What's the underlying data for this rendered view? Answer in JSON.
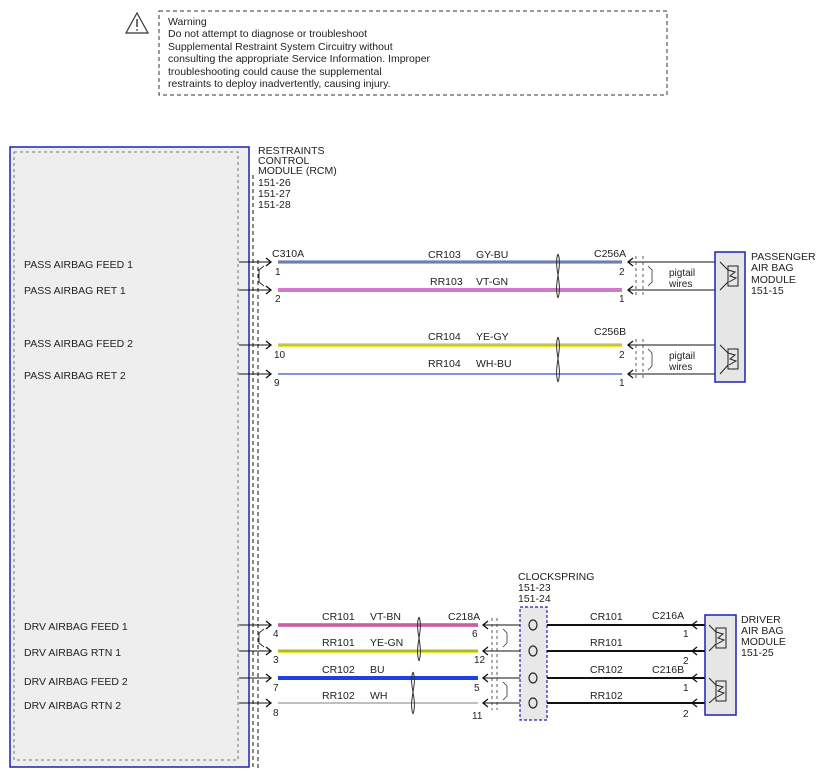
{
  "warning": {
    "icon": "warning-triangle-icon",
    "title": "Warning",
    "lines": [
      "Do not attempt to diagnose or troubleshoot",
      "Supplemental Restraint System Circuitry without",
      "consulting the appropriate Service Information. Improper",
      "troubleshooting could cause the supplemental",
      "restraints to deploy inadvertently, causing injury."
    ]
  },
  "rcm": {
    "title_lines": [
      "RESTRAINTS",
      "CONTROL",
      "MODULE (RCM)",
      "151-26",
      "151-27",
      "151-28"
    ],
    "pins": {
      "pass_feed_1": "PASS AIRBAG FEED 1",
      "pass_ret_1": "PASS AIRBAG RET 1",
      "pass_feed_2": "PASS AIRBAG FEED 2",
      "pass_ret_2": "PASS AIRBAG RET 2",
      "drv_feed_1": "DRV AIRBAG FEED 1",
      "drv_rtn_1": "DRV AIRBAG RTN 1",
      "drv_feed_2": "DRV AIRBAG FEED 2",
      "drv_rtn_2": "DRV AIRBAG RTN 2"
    }
  },
  "connectors": {
    "c310a": "C310A",
    "c256a": "C256A",
    "c256b": "C256B",
    "c218a": "C218A",
    "c216a": "C216A",
    "c216b": "C216B"
  },
  "pass_wires": {
    "w1": {
      "circuit": "CR103",
      "color": "GY-BU",
      "pin_rcm": "1",
      "pin_mod": "2"
    },
    "w2": {
      "circuit": "RR103",
      "color": "VT-GN",
      "pin_rcm": "2",
      "pin_mod": "1"
    },
    "w3": {
      "circuit": "CR104",
      "color": "YE-GY",
      "pin_rcm": "10",
      "pin_mod": "2"
    },
    "w4": {
      "circuit": "RR104",
      "color": "WH-BU",
      "pin_rcm": "9",
      "pin_mod": "1"
    }
  },
  "drv_wires": {
    "w1": {
      "circuit": "CR101",
      "color": "VT-BN",
      "pin_rcm": "4",
      "pin_cs": "6"
    },
    "w2": {
      "circuit": "RR101",
      "color": "YE-GN",
      "pin_rcm": "3",
      "pin_cs": "12"
    },
    "w3": {
      "circuit": "CR102",
      "color": "BU",
      "pin_rcm": "7",
      "pin_cs": "5"
    },
    "w4": {
      "circuit": "RR102",
      "color": "WH",
      "pin_rcm": "8",
      "pin_cs": "11"
    }
  },
  "drv_out_wires": {
    "w1": {
      "circuit": "CR101",
      "pin": "1"
    },
    "w2": {
      "circuit": "RR101",
      "pin": "2"
    },
    "w3": {
      "circuit": "CR102",
      "pin": "1"
    },
    "w4": {
      "circuit": "RR102",
      "pin": "2"
    }
  },
  "pigtail": {
    "line1": "pigtail",
    "line2": "wires"
  },
  "clockspring": {
    "lines": [
      "CLOCKSPRING",
      "151-23",
      "151-24"
    ]
  },
  "passenger_module": {
    "lines": [
      "PASSENGER",
      "AIR BAG",
      "MODULE",
      "151-15"
    ]
  },
  "driver_module": {
    "lines": [
      "DRIVER",
      "AIR BAG",
      "MODULE",
      "151-25"
    ]
  },
  "wire_colors": {
    "gy_bu": "#6a7fb8",
    "vt_gn": "#e070d8",
    "ye_gy": "#e8e82a",
    "wh_bu": "#5a6fd0",
    "vt_bn": "#e070c8",
    "ye_gn": "#e8e82a",
    "bu": "#1f3fe0",
    "module_border": "#2020b0"
  }
}
